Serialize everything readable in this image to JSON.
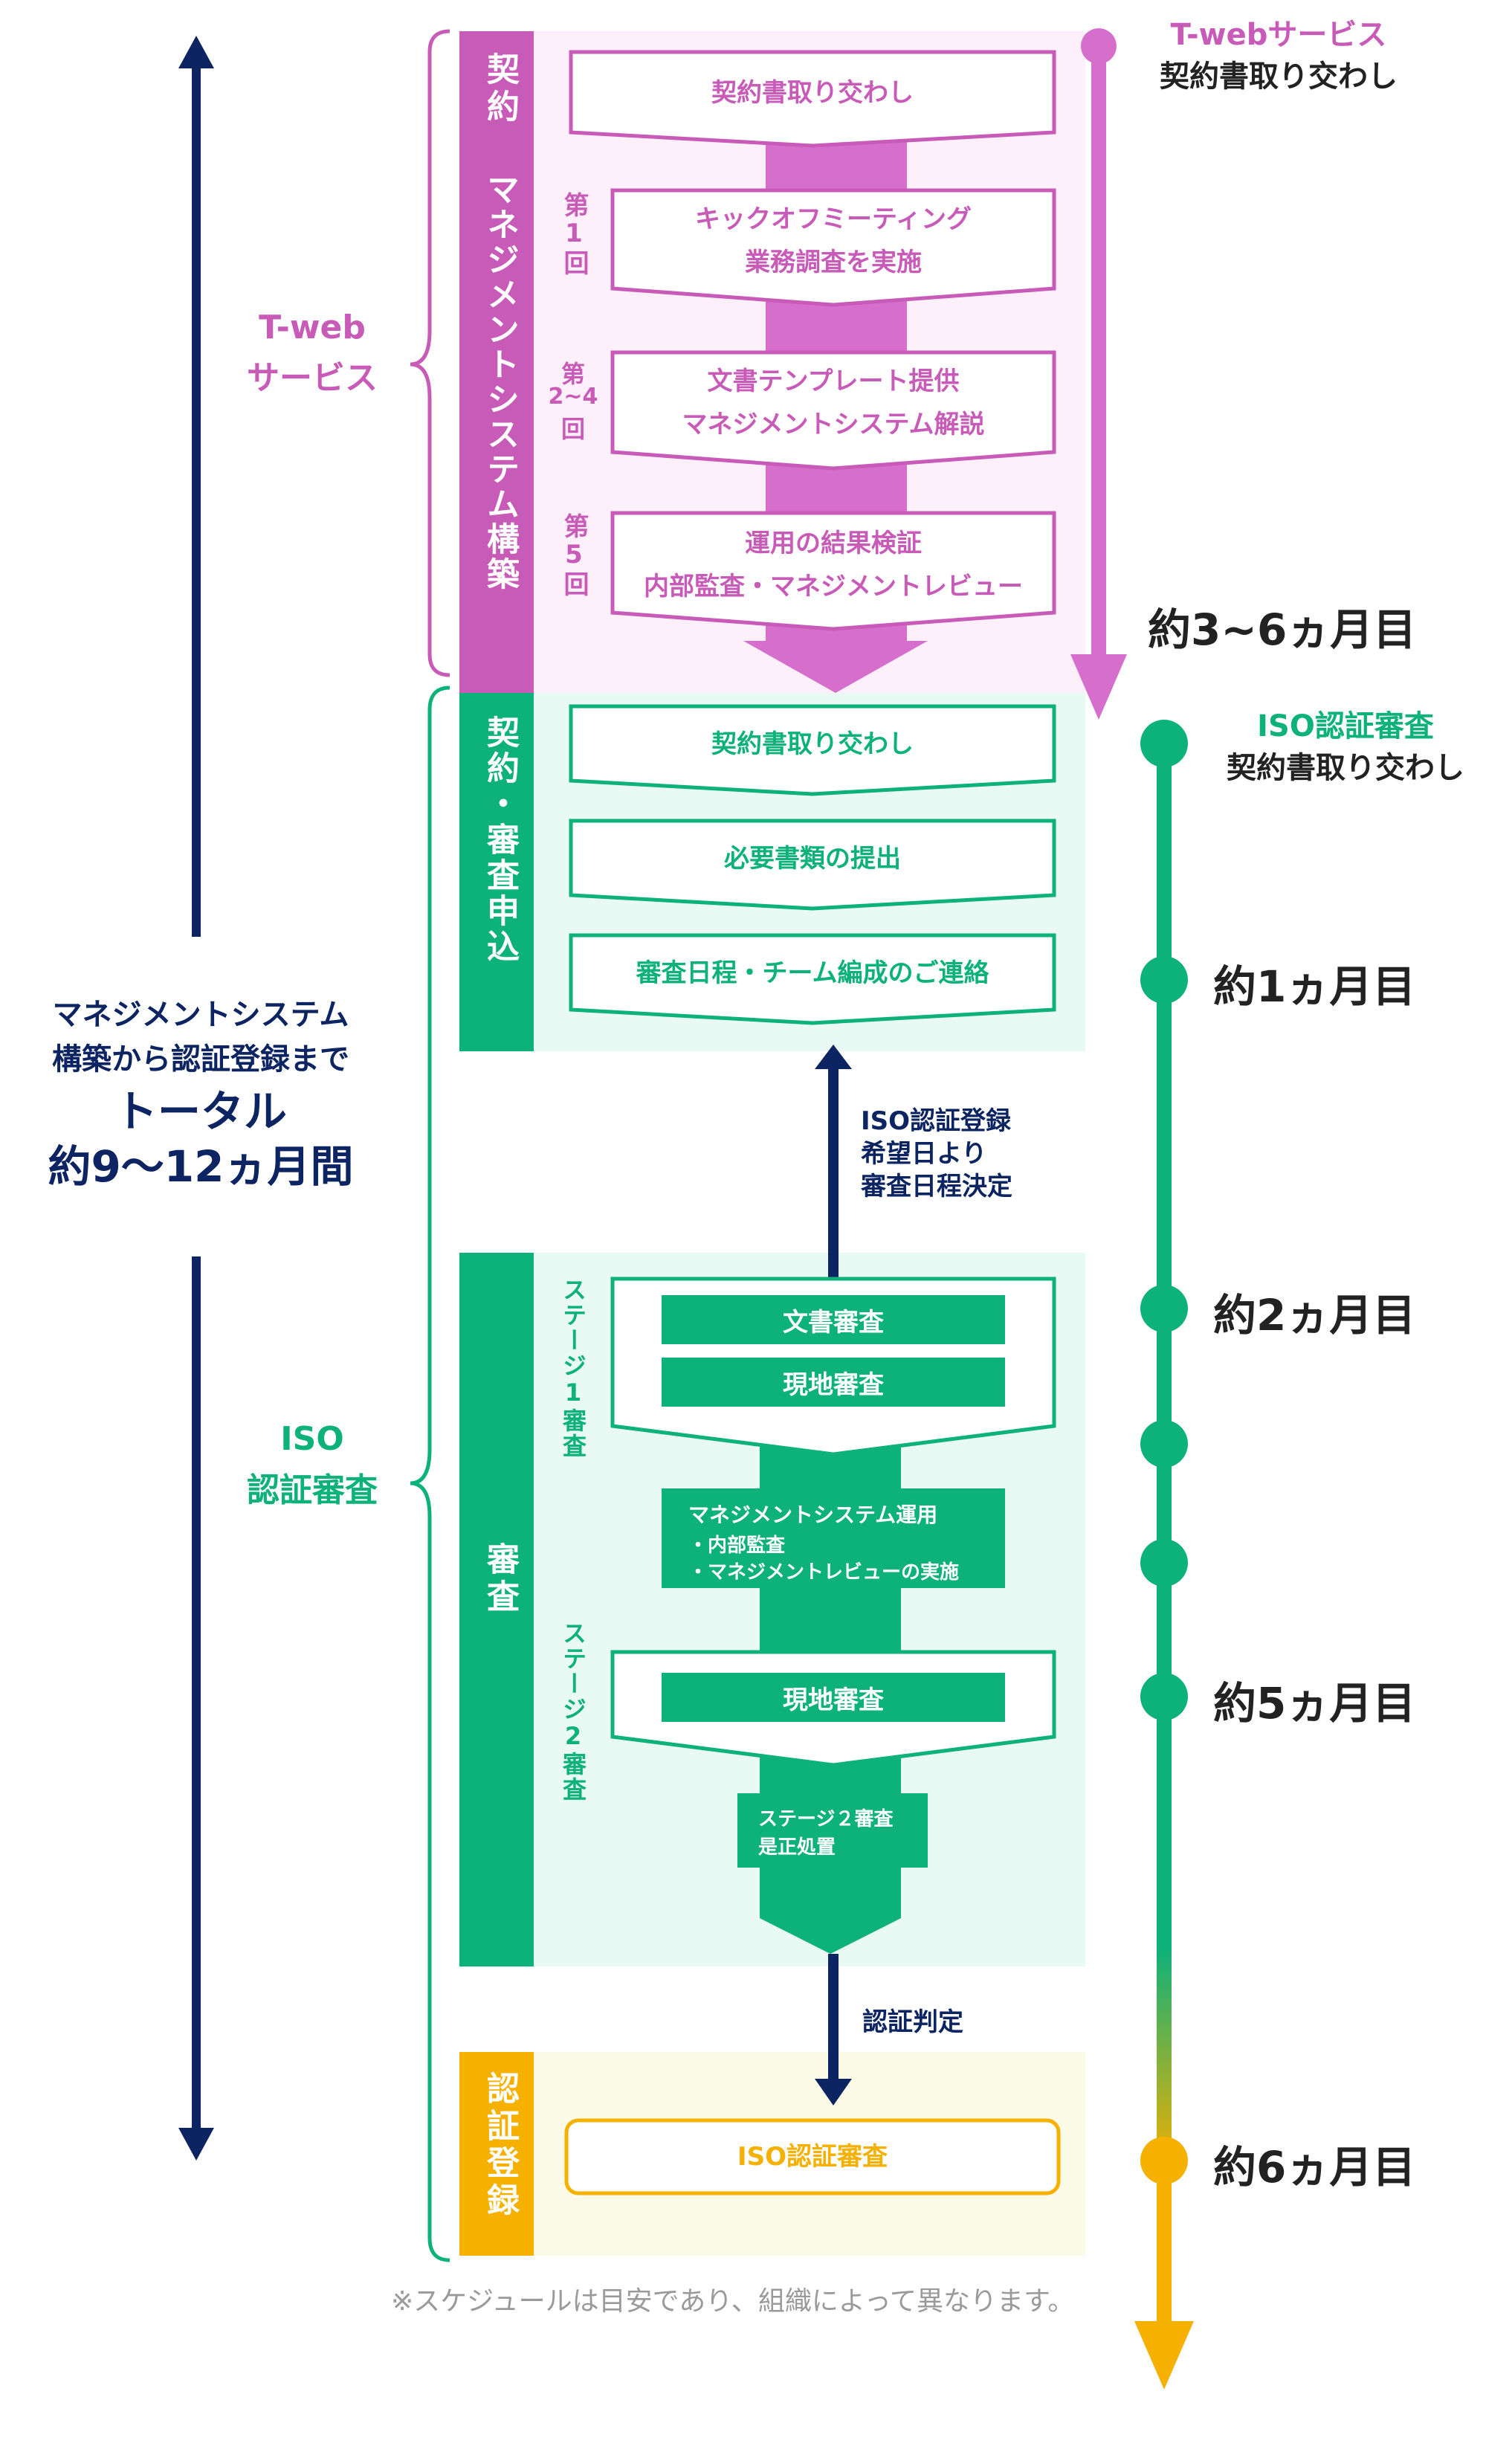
{
  "colors": {
    "navy": "#0c2462",
    "magenta": "#c85ab8",
    "magenta_strong": "#d66fcc",
    "green": "#0db17a",
    "yellow": "#f5b000",
    "pink_bg": "#fdf0fb",
    "mint_bg": "#e8faf3",
    "cream_bg": "#fcfbe8"
  },
  "left": {
    "total_line1": "マネジメントシステム",
    "total_line2": "構築から認証登録まで",
    "total_line3": "トータル",
    "total_line4": "約9〜12ヵ月間"
  },
  "brackets": {
    "tweb_line1": "T-web",
    "tweb_line2": "サービス",
    "iso_line1": "ISO",
    "iso_line2": "認証審査"
  },
  "section1": {
    "bar_top": "契約",
    "bar_bottom": "マネジメントシステム構築",
    "steps": [
      {
        "label": "",
        "line1": "契約書取り交わし",
        "line2": ""
      },
      {
        "label": "第1回",
        "line1": "キックオフミーティング",
        "line2": "業務調査を実施"
      },
      {
        "label": "第2~4回",
        "line1": "文書テンプレート提供",
        "line2": "マネジメントシステム解説"
      },
      {
        "label": "第5回",
        "line1": "運用の結果検証",
        "line2": "内部監査・マネジメントレビュー"
      }
    ],
    "label_2_a": "第",
    "label_2_b": "2~4",
    "label_2_c": "回"
  },
  "section2": {
    "bar": "契約・審査申込",
    "steps": [
      "契約書取り交わし",
      "必要書類の提出",
      "審査日程・チーム編成のご連絡"
    ],
    "arrow_note_1": "ISO認証登録",
    "arrow_note_2": "希望日より",
    "arrow_note_3": "審査日程決定"
  },
  "section3": {
    "bar": "審査",
    "stage1_label": "ステージ1審査",
    "stage1_items": [
      "文書審査",
      "現地審査"
    ],
    "ops_line1": "マネジメントシステム運用",
    "ops_line2": "・内部監査",
    "ops_line3": "・マネジメントレビューの実施",
    "stage2_label": "ステージ2審査",
    "stage2_items": [
      "現地審査"
    ],
    "correction_line1": "ステージ２審査",
    "correction_line2": "是正処置",
    "decision": "認証判定"
  },
  "section4": {
    "bar": "認証登録",
    "box": "ISO認証審査"
  },
  "note": "※スケジュールは目安であり、組織によって異なります。",
  "timeline": {
    "tweb_title": "T-webサービス",
    "tweb_sub": "契約書取り交わし",
    "tweb_end": "約3~6ヵ月目",
    "iso_title": "ISO認証審査",
    "iso_sub": "契約書取り交わし",
    "m1": "約1ヵ月目",
    "m2": "約2ヵ月目",
    "m5": "約5ヵ月目",
    "m6": "約6ヵ月目"
  }
}
